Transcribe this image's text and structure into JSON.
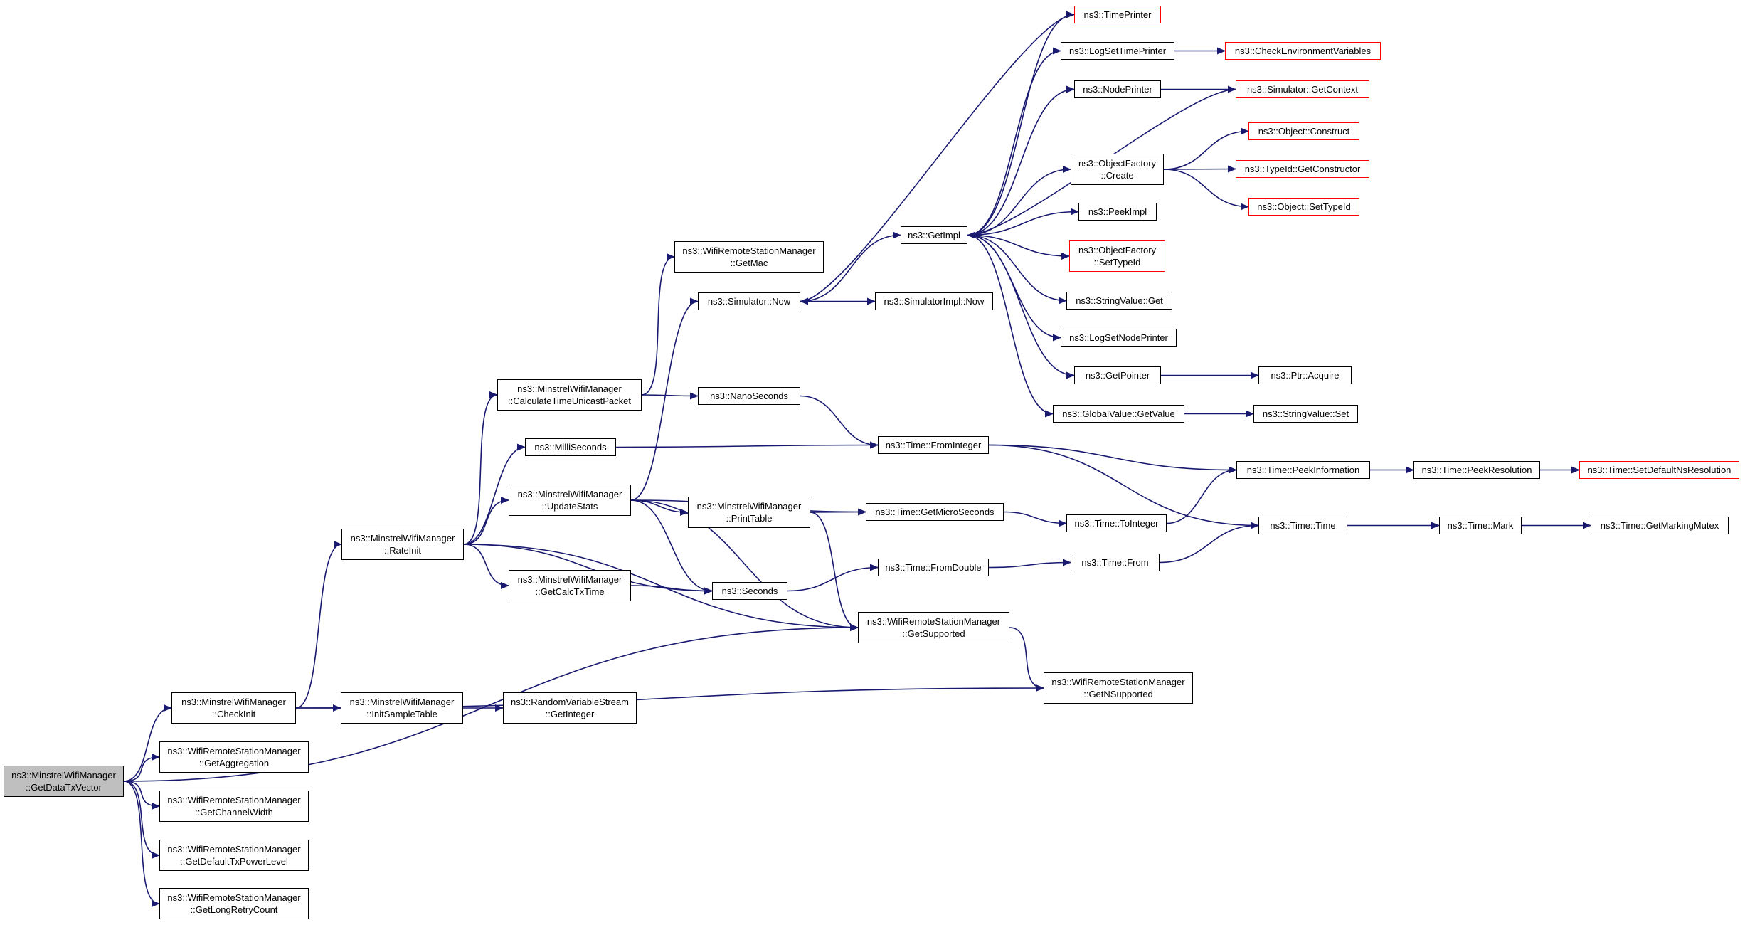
{
  "colors": {
    "edge": "#191970",
    "node_border": "#000000",
    "truncated_border": "#ff0000",
    "current_fill": "#bfbfbf",
    "node_fill": "#ffffff"
  },
  "nodes": {
    "getdatatxvector": {
      "line1": "ns3::MinstrelWifiManager",
      "line2": "::GetDataTxVector"
    },
    "checkinit": {
      "line1": "ns3::MinstrelWifiManager",
      "line2": "::CheckInit"
    },
    "getaggregation": {
      "line1": "ns3::WifiRemoteStationManager",
      "line2": "::GetAggregation"
    },
    "getchannelwidth": {
      "line1": "ns3::WifiRemoteStationManager",
      "line2": "::GetChannelWidth"
    },
    "getdefaulttxpowerlevel": {
      "line1": "ns3::WifiRemoteStationManager",
      "line2": "::GetDefaultTxPowerLevel"
    },
    "getlongretrycount": {
      "line1": "ns3::WifiRemoteStationManager",
      "line2": "::GetLongRetryCount"
    },
    "rateinit": {
      "line1": "ns3::MinstrelWifiManager",
      "line2": "::RateInit"
    },
    "initsampletable": {
      "line1": "ns3::MinstrelWifiManager",
      "line2": "::InitSampleTable"
    },
    "getinteger": {
      "line1": "ns3::RandomVariableStream",
      "line2": "::GetInteger"
    },
    "calculatetime": {
      "line1": "ns3::MinstrelWifiManager",
      "line2": "::CalculateTimeUnicastPacket"
    },
    "milliseconds": {
      "line1": "ns3::MilliSeconds"
    },
    "updatestats": {
      "line1": "ns3::MinstrelWifiManager",
      "line2": "::UpdateStats"
    },
    "getcalctxtime": {
      "line1": "ns3::MinstrelWifiManager",
      "line2": "::GetCalcTxTime"
    },
    "getmac": {
      "line1": "ns3::WifiRemoteStationManager",
      "line2": "::GetMac"
    },
    "simnow": {
      "line1": "ns3::Simulator::Now"
    },
    "nanoseconds": {
      "line1": "ns3::NanoSeconds"
    },
    "printtable": {
      "line1": "ns3::MinstrelWifiManager",
      "line2": "::PrintTable"
    },
    "seconds": {
      "line1": "ns3::Seconds"
    },
    "getsupported": {
      "line1": "ns3::WifiRemoteStationManager",
      "line2": "::GetSupported"
    },
    "getnsupported": {
      "line1": "ns3::WifiRemoteStationManager",
      "line2": "::GetNSupported"
    },
    "getimpl": {
      "line1": "ns3::GetImpl"
    },
    "simimplnow": {
      "line1": "ns3::SimulatorImpl::Now"
    },
    "frominteger": {
      "line1": "ns3::Time::FromInteger"
    },
    "getmicroseconds": {
      "line1": "ns3::Time::GetMicroSeconds"
    },
    "fromdouble": {
      "line1": "ns3::Time::FromDouble"
    },
    "timeprinter": {
      "line1": "ns3::TimePrinter"
    },
    "logsettimeprinter": {
      "line1": "ns3::LogSetTimePrinter"
    },
    "nodeprinter": {
      "line1": "ns3::NodePrinter"
    },
    "ofcreate": {
      "line1": "ns3::ObjectFactory",
      "line2": "::Create"
    },
    "peekimpl": {
      "line1": "ns3::PeekImpl"
    },
    "ofsettypeid": {
      "line1": "ns3::ObjectFactory",
      "line2": "::SetTypeId"
    },
    "stringvalueget": {
      "line1": "ns3::StringValue::Get"
    },
    "logsetnodeprinter": {
      "line1": "ns3::LogSetNodePrinter"
    },
    "getpointer": {
      "line1": "ns3::GetPointer"
    },
    "globalvaluegetvalue": {
      "line1": "ns3::GlobalValue::GetValue"
    },
    "tointeger": {
      "line1": "ns3::Time::ToInteger"
    },
    "timefrom": {
      "line1": "ns3::Time::From"
    },
    "checkenv": {
      "line1": "ns3::CheckEnvironmentVariables"
    },
    "getcontext": {
      "line1": "ns3::Simulator::GetContext"
    },
    "objconstruct": {
      "line1": "ns3::Object::Construct"
    },
    "getconstructor": {
      "line1": "ns3::TypeId::GetConstructor"
    },
    "objsettypeid": {
      "line1": "ns3::Object::SetTypeId"
    },
    "ptracquire": {
      "line1": "ns3::Ptr::Acquire"
    },
    "stringvalueset": {
      "line1": "ns3::StringValue::Set"
    },
    "peekinformation": {
      "line1": "ns3::Time::PeekInformation"
    },
    "timetime": {
      "line1": "ns3::Time::Time"
    },
    "peekresolution": {
      "line1": "ns3::Time::PeekResolution"
    },
    "setdefaultns": {
      "line1": "ns3::Time::SetDefaultNsResolution"
    },
    "mark": {
      "line1": "ns3::Time::Mark"
    },
    "getmarkingmutex": {
      "line1": "ns3::Time::GetMarkingMutex"
    }
  }
}
